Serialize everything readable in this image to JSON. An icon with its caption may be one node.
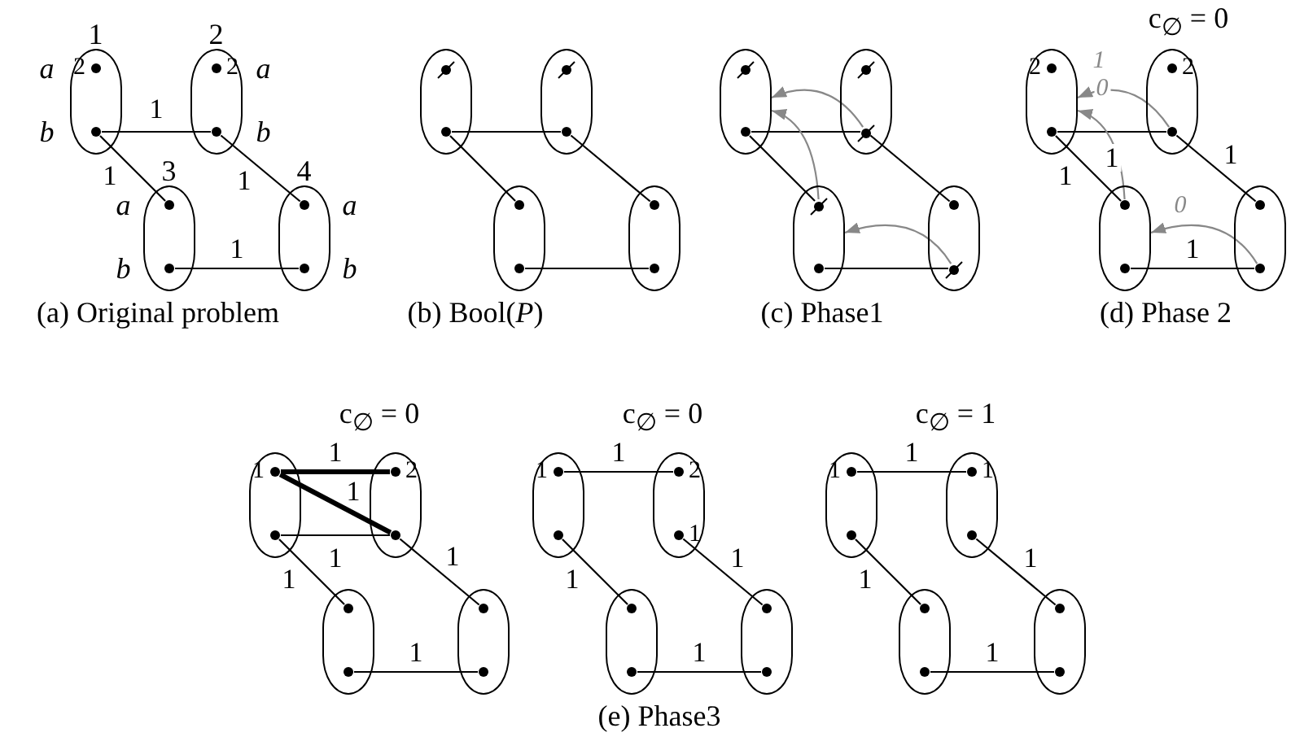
{
  "diagram": {
    "nodes": [
      {
        "text": [
          "1"
        ]
      },
      {
        "text": [],
        "shape": "circle",
        "in": 0,
        "beside": [
          "a",
          "2"
        ]
      },
      {
        "text": [],
        "shape": "circle",
        "in": 0,
        "beside": [
          "b"
        ]
      },
      {
        "text": [
          "2"
        ]
      },
      {
        "text": [],
        "shape": "circle",
        "in": 3,
        "beside": [
          "2",
          "a"
        ]
      },
      {
        "text": [],
        "shape": "circle",
        "in": 3,
        "beside": [
          "b"
        ]
      },
      {
        "text": [
          "3"
        ]
      },
      {
        "text": [],
        "shape": "circle",
        "in": 6,
        "beside": [
          "a"
        ]
      },
      {
        "text": [],
        "shape": "circle",
        "in": 6,
        "beside": [
          "b"
        ]
      },
      {
        "text": [
          "4"
        ]
      },
      {
        "text": [],
        "shape": "circle",
        "in": 9,
        "beside": [
          "a"
        ]
      },
      {
        "text": [],
        "shape": "circle",
        "in": 9,
        "beside": [
          "b"
        ]
      },
      {
        "text": [],
        "shape": "oval"
      },
      {
        "text": [],
        "shape": "slashed",
        "in": 12
      },
      {
        "text": [],
        "shape": "circle",
        "in": 12
      },
      {
        "text": [],
        "shape": "oval"
      },
      {
        "text": [],
        "shape": "slashed",
        "in": 15
      },
      {
        "text": [],
        "shape": "circle",
        "in": 15
      },
      {
        "text": [],
        "shape": "oval"
      },
      {
        "text": [],
        "shape": "circle",
        "in": 18
      },
      {
        "text": [],
        "shape": "circle",
        "in": 18
      },
      {
        "text": [],
        "shape": "oval"
      },
      {
        "text": [],
        "shape": "circle",
        "in": 21
      },
      {
        "text": [],
        "shape": "circle",
        "in": 21
      },
      {
        "text": [],
        "shape": "oval"
      },
      {
        "text": [],
        "shape": "slashed",
        "in": 24
      },
      {
        "text": [],
        "shape": "circle",
        "in": 24
      },
      {
        "text": [],
        "shape": "oval"
      },
      {
        "text": [],
        "shape": "slashed",
        "in": 27
      },
      {
        "text": [],
        "shape": "slashed",
        "in": 27
      },
      {
        "text": [],
        "shape": "oval"
      },
      {
        "text": [],
        "shape": "slashed",
        "in": 30
      },
      {
        "text": [],
        "shape": "circle",
        "in": 30
      },
      {
        "text": [],
        "shape": "oval"
      },
      {
        "text": [],
        "shape": "circle",
        "in": 33
      },
      {
        "text": [],
        "shape": "slashed",
        "in": 33
      },
      {
        "text": [],
        "shape": "oval"
      },
      {
        "text": [],
        "shape": "circle",
        "in": 36,
        "beside": [
          "2"
        ]
      },
      {
        "text": [],
        "shape": "circle",
        "in": 36
      },
      {
        "text": [],
        "shape": "oval"
      },
      {
        "text": [],
        "shape": "circle",
        "in": 39,
        "beside": [
          "2"
        ]
      },
      {
        "text": [],
        "shape": "circle",
        "in": 39
      },
      {
        "text": [],
        "shape": "oval"
      },
      {
        "text": [],
        "shape": "circle",
        "in": 42
      },
      {
        "text": [],
        "shape": "circle",
        "in": 42
      },
      {
        "text": [],
        "shape": "oval"
      },
      {
        "text": [],
        "shape": "circle",
        "in": 45
      },
      {
        "text": [],
        "shape": "circle",
        "in": 45
      },
      {
        "text": [],
        "shape": "oval"
      },
      {
        "text": [],
        "shape": "circle",
        "in": 48,
        "beside": [
          "1"
        ]
      },
      {
        "text": [],
        "shape": "circle",
        "in": 48
      },
      {
        "text": [],
        "shape": "oval"
      },
      {
        "text": [],
        "shape": "circle",
        "in": 51,
        "beside": [
          "2"
        ]
      },
      {
        "text": [],
        "shape": "circle",
        "in": 51
      },
      {
        "text": [],
        "shape": "oval"
      },
      {
        "text": [],
        "shape": "circle",
        "in": 54
      },
      {
        "text": [],
        "shape": "circle",
        "in": 54
      },
      {
        "text": [],
        "shape": "oval"
      },
      {
        "text": [],
        "shape": "circle",
        "in": 57
      },
      {
        "text": [],
        "shape": "circle",
        "in": 57
      },
      {
        "text": [],
        "shape": "oval"
      },
      {
        "text": [],
        "shape": "circle",
        "in": 60,
        "beside": [
          "1"
        ]
      },
      {
        "text": [],
        "shape": "circle",
        "in": 60
      },
      {
        "text": [],
        "shape": "oval"
      },
      {
        "text": [],
        "shape": "circle",
        "in": 63,
        "beside": [
          "2"
        ]
      },
      {
        "text": [],
        "shape": "circle",
        "in": 63,
        "beside": [
          "1"
        ]
      },
      {
        "text": [],
        "shape": "oval"
      },
      {
        "text": [],
        "shape": "circle",
        "in": 66
      },
      {
        "text": [],
        "shape": "circle",
        "in": 66
      },
      {
        "text": [],
        "shape": "oval"
      },
      {
        "text": [],
        "shape": "circle",
        "in": 69
      },
      {
        "text": [],
        "shape": "circle",
        "in": 69
      },
      {
        "text": [],
        "shape": "oval"
      },
      {
        "text": [],
        "shape": "circle",
        "in": 72,
        "beside": [
          "1"
        ]
      },
      {
        "text": [],
        "shape": "circle",
        "in": 72
      },
      {
        "text": [],
        "shape": "oval"
      },
      {
        "text": [],
        "shape": "circle",
        "in": 75,
        "beside": [
          "1"
        ]
      },
      {
        "text": [],
        "shape": "circle",
        "in": 75
      },
      {
        "text": [],
        "shape": "oval"
      },
      {
        "text": [],
        "shape": "circle",
        "in": 78
      },
      {
        "text": [],
        "shape": "circle",
        "in": 78
      },
      {
        "text": [],
        "shape": "oval"
      },
      {
        "text": [],
        "shape": "circle",
        "in": 81
      },
      {
        "text": [],
        "shape": "circle",
        "in": 81
      }
    ],
    "edges": [
      {
        "from": 2,
        "to": 5,
        "arrow": "none",
        "label": "1"
      },
      {
        "from": 2,
        "to": 7,
        "arrow": "none",
        "label": "1"
      },
      {
        "from": 5,
        "to": 10,
        "arrow": "none",
        "label": "1"
      },
      {
        "from": 8,
        "to": 11,
        "arrow": "none",
        "label": "1"
      },
      {
        "from": 14,
        "to": 17,
        "arrow": "none"
      },
      {
        "from": 14,
        "to": 19,
        "arrow": "none"
      },
      {
        "from": 17,
        "to": 22,
        "arrow": "none"
      },
      {
        "from": 20,
        "to": 23,
        "arrow": "none"
      },
      {
        "from": 26,
        "to": 29,
        "arrow": "none"
      },
      {
        "from": 26,
        "to": 31,
        "arrow": "none"
      },
      {
        "from": 29,
        "to": 34,
        "arrow": "none"
      },
      {
        "from": 32,
        "to": 35,
        "arrow": "none"
      },
      {
        "from": 29,
        "to": 24,
        "arrow": "to",
        "color": "#888888"
      },
      {
        "from": 31,
        "to": 24,
        "arrow": "to",
        "color": "#888888"
      },
      {
        "from": 35,
        "to": 30,
        "arrow": "to",
        "color": "#888888"
      },
      {
        "from": 38,
        "to": 41,
        "arrow": "none",
        "label": "1"
      },
      {
        "from": 38,
        "to": 43,
        "arrow": "none",
        "label": "1"
      },
      {
        "from": 41,
        "to": 46,
        "arrow": "none",
        "label": "1"
      },
      {
        "from": 44,
        "to": 47,
        "arrow": "none",
        "label": "1"
      },
      {
        "from": 41,
        "to": 36,
        "arrow": "to",
        "color": "#888888",
        "label": "1"
      },
      {
        "from": 43,
        "to": 36,
        "arrow": "to",
        "color": "#888888",
        "label": "0"
      },
      {
        "from": 47,
        "to": 42,
        "arrow": "to",
        "color": "#888888",
        "label": "0"
      },
      {
        "from": 49,
        "to": 52,
        "arrow": "none",
        "label": "1",
        "style": "thick"
      },
      {
        "from": 49,
        "to": 53,
        "arrow": "none",
        "label": "1",
        "style": "thick"
      },
      {
        "from": 50,
        "to": 53,
        "arrow": "none",
        "label": "1"
      },
      {
        "from": 50,
        "to": 55,
        "arrow": "none",
        "label": "1"
      },
      {
        "from": 53,
        "to": 58,
        "arrow": "none",
        "label": "1"
      },
      {
        "from": 56,
        "to": 59,
        "arrow": "none",
        "label": "1"
      },
      {
        "from": 61,
        "to": 64,
        "arrow": "none",
        "label": "1"
      },
      {
        "from": 62,
        "to": 67,
        "arrow": "none",
        "label": "1"
      },
      {
        "from": 65,
        "to": 70,
        "arrow": "none",
        "label": "1"
      },
      {
        "from": 68,
        "to": 71,
        "arrow": "none",
        "label": "1"
      },
      {
        "from": 73,
        "to": 76,
        "arrow": "none",
        "label": "1"
      },
      {
        "from": 74,
        "to": 79,
        "arrow": "none",
        "label": "1"
      },
      {
        "from": 77,
        "to": 82,
        "arrow": "none",
        "label": "1"
      },
      {
        "from": 80,
        "to": 83,
        "arrow": "none",
        "label": "1"
      }
    ],
    "labels": [
      "c$_{∅}$ = 0",
      "(a) Original problem",
      "(b) Bool(*P*)",
      "(c) Phase1",
      "(d) Phase 2",
      "c$_{∅}$ = 0",
      "c$_{∅}$ = 0",
      "c$_{∅}$ = 1",
      "(e) Phase3"
    ]
  }
}
